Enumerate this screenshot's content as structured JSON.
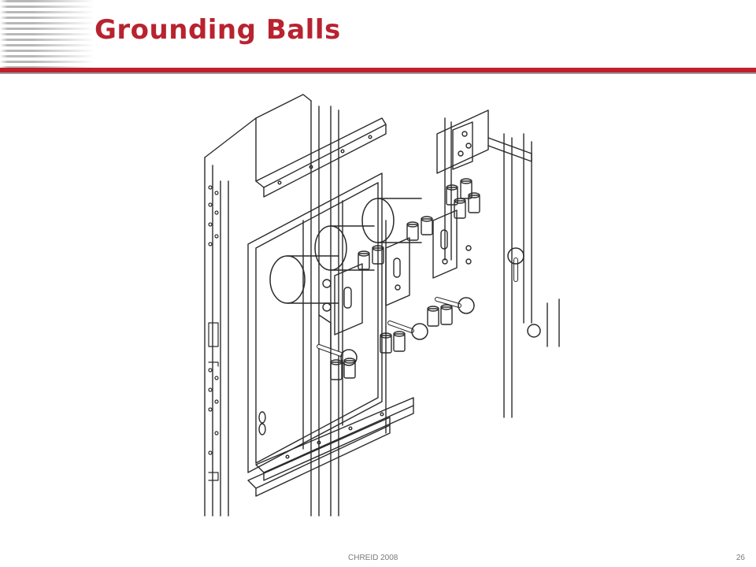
{
  "slide": {
    "title": "Grounding Balls",
    "footer_left": "CHREID 2008",
    "page_number": "26"
  },
  "figure": {
    "kind": "line-drawing",
    "subject": "switchgear-compartment-with-grounding-balls",
    "line_color": "#2a2a2a"
  },
  "colors": {
    "title": "#b8232f",
    "rule_red": "#c0202c",
    "rule_gray": "#9a9a9a",
    "footer": "#7a7a7a"
  }
}
